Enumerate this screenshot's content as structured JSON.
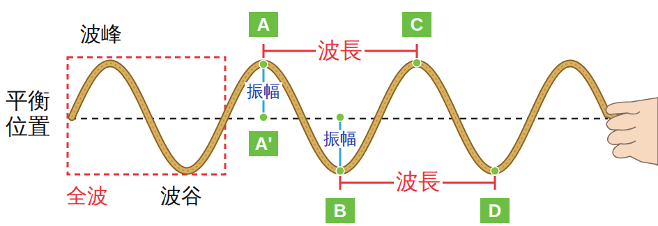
{
  "diagram": {
    "nodes": [
      {
        "text": [
          "A"
        ]
      },
      {
        "text": [
          "C"
        ]
      },
      {
        "text": [
          "A'"
        ]
      },
      {
        "text": [
          "B"
        ]
      },
      {
        "text": [
          "D"
        ]
      }
    ],
    "labels": [
      "波峰",
      "波長",
      "平衡 位置",
      "振幅",
      "振幅",
      "全波",
      "波谷",
      "波長"
    ]
  }
}
